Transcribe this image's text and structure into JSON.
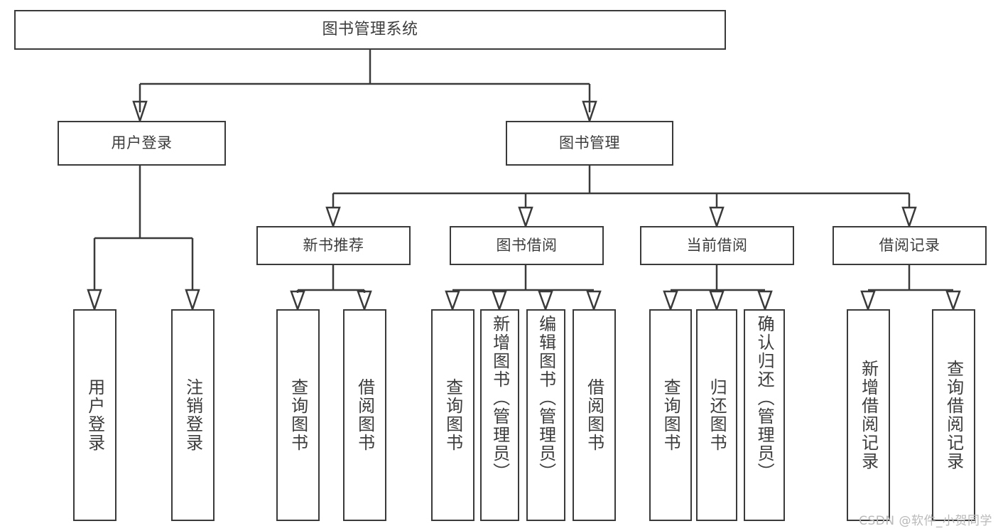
{
  "diagram": {
    "title": "图书管理系统",
    "type": "hierarchy-tree",
    "root": {
      "label": "图书管理系统"
    },
    "level2": [
      {
        "label": "用户登录"
      },
      {
        "label": "图书管理"
      }
    ],
    "level3": [
      {
        "label": "新书推荐"
      },
      {
        "label": "图书借阅"
      },
      {
        "label": "当前借阅"
      },
      {
        "label": "借阅记录"
      }
    ],
    "leaves": {
      "user_login": [
        {
          "label": "用户登录"
        },
        {
          "label": "注销登录"
        }
      ],
      "new_book_recommend": [
        {
          "label": "查询图书"
        },
        {
          "label": "借阅图书"
        }
      ],
      "book_borrow": [
        {
          "label": "查询图书"
        },
        {
          "label": "新增图书（管理员）"
        },
        {
          "label": "编辑图书（管理员）"
        },
        {
          "label": "借阅图书"
        }
      ],
      "current_borrow": [
        {
          "label": "查询图书"
        },
        {
          "label": "归还图书"
        },
        {
          "label": "确认归还（管理员）"
        }
      ],
      "borrow_record": [
        {
          "label": "新增借阅记录"
        },
        {
          "label": "查询借阅记录"
        }
      ]
    }
  },
  "watermark": {
    "text": "CSDN @软件_小贺同学"
  },
  "colors": {
    "border": "#3a3a3a",
    "text": "#3c3c3c",
    "background": "#ffffff",
    "watermark": "#b9b9b9"
  }
}
